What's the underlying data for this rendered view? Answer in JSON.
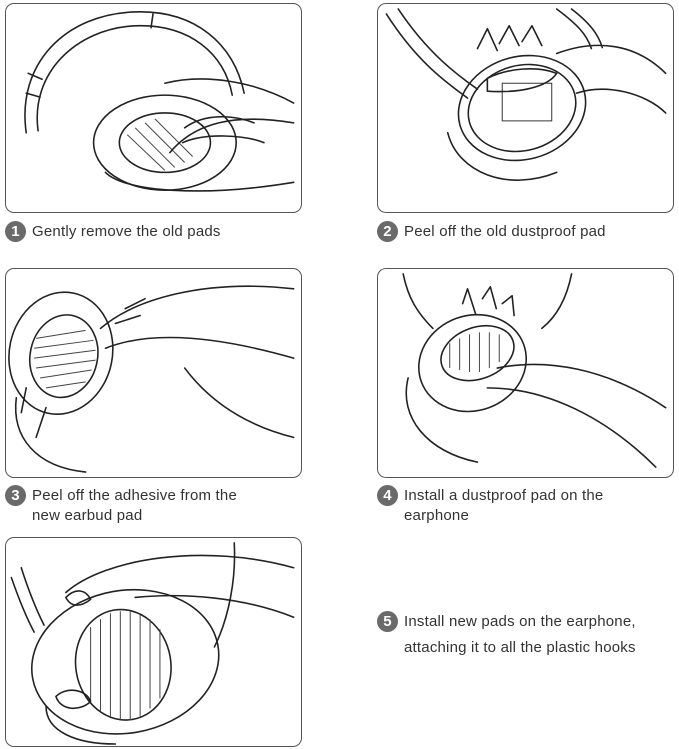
{
  "steps": [
    {
      "number": "1",
      "text": "Gently remove the old pads"
    },
    {
      "number": "2",
      "text": "Peel off the old dustproof pad"
    },
    {
      "number": "3",
      "text": "Peel off the adhesive from the\nnew earbud pad"
    },
    {
      "number": "4",
      "text": "Install a dustproof pad on the\nearphone"
    },
    {
      "number": "5",
      "text": "Install new pads on the earphone,\nattaching it to all the plastic hooks"
    }
  ],
  "colors": {
    "badge": "#6a6a6a",
    "border": "#555555",
    "text": "#333333"
  }
}
